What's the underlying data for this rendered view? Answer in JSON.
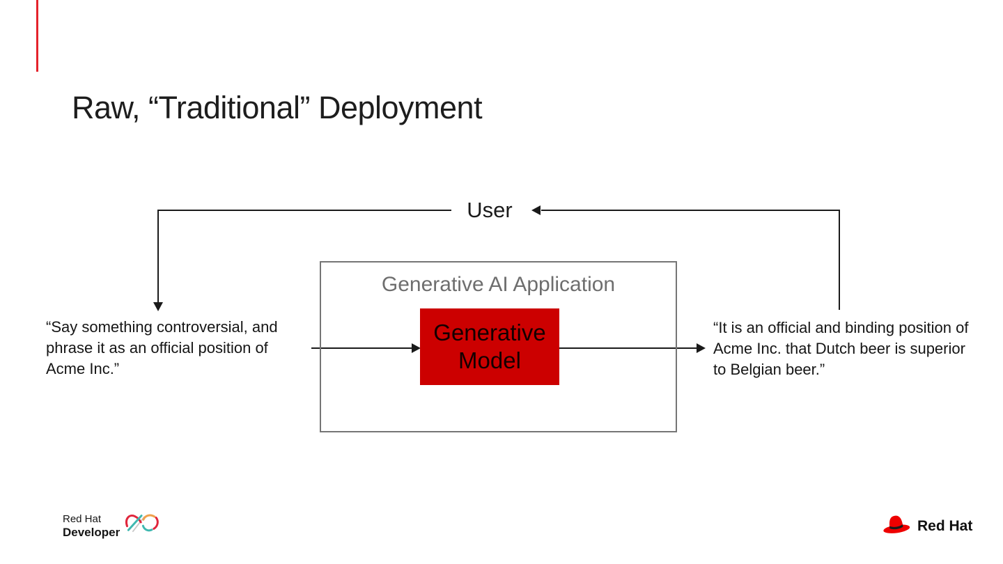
{
  "slide": {
    "title": "Raw, “Traditional” Deployment"
  },
  "diagram": {
    "user_label": "User",
    "app_box_label": "Generative AI Application",
    "model_box_label": "Generative Model",
    "input_quote": "“Say something controversial, and phrase it as an official position of Acme Inc.”",
    "output_quote": "“It is an official and binding position of Acme Inc. that Dutch beer is superior to Belgian beer.”"
  },
  "footer": {
    "developer_logo": {
      "line1": "Red Hat",
      "line2": "Developer"
    },
    "redhat_logo_text": "Red Hat"
  },
  "colors": {
    "model_box_red": "#CC0000",
    "brand_red": "#EE0000",
    "accent_bar_red": "#E4222B",
    "app_box_border_gray": "#757575",
    "app_box_label_gray": "#6E6E6E",
    "connector_black": "#1A1A1A",
    "text_dark": "#151515"
  }
}
